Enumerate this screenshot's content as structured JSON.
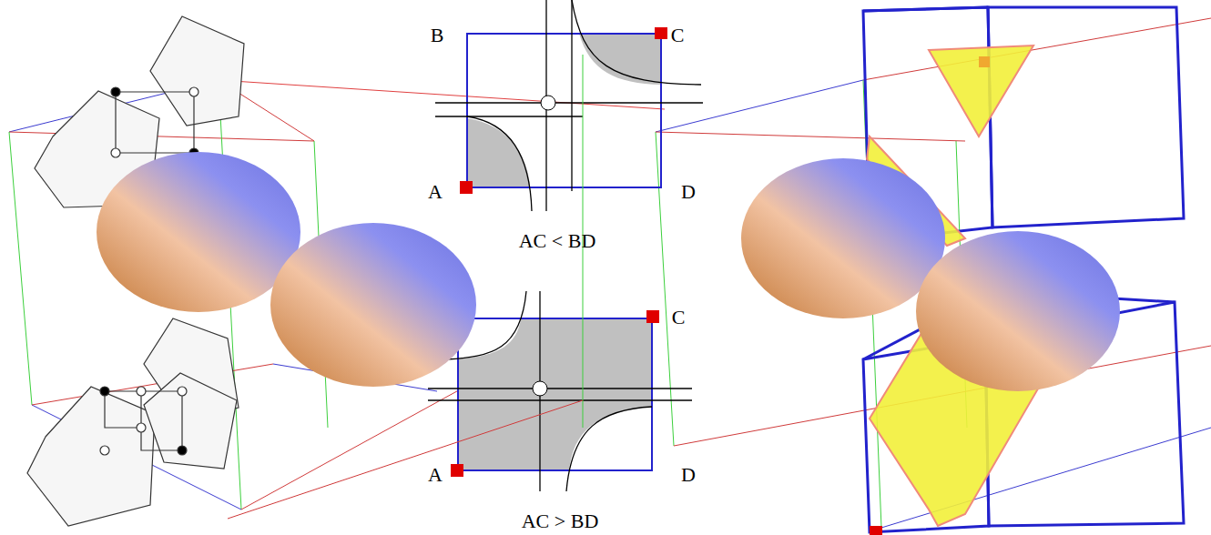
{
  "diagram": {
    "labels": [
      "B",
      "C",
      "A",
      "D",
      "AC < BD",
      "C",
      "A",
      "D",
      "AC > BD"
    ]
  }
}
